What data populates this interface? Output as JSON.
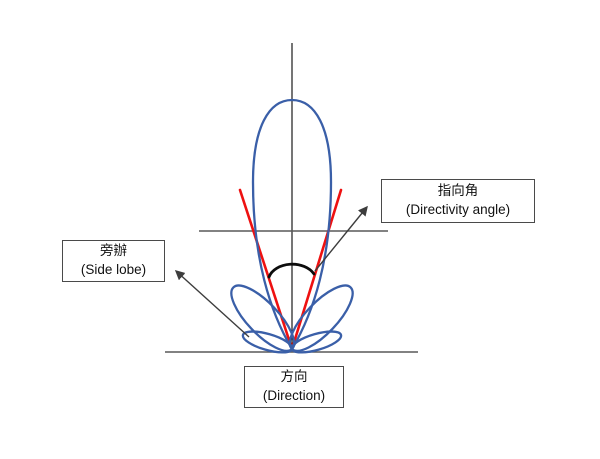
{
  "labels": {
    "directivity_angle": {
      "zh": "指向角",
      "en": "(Directivity angle)"
    },
    "side_lobe": {
      "zh": "旁辦",
      "en": "(Side lobe)"
    },
    "direction": {
      "zh": "方向",
      "en": "(Direction)"
    }
  },
  "colors": {
    "background": "#ffffff",
    "lobe_blue": "#3a5fa8",
    "beam_red": "#ee1111",
    "angle_arc_black": "#0d0d0d",
    "axis_line": "#2b2b2b",
    "reference_line": "#595959",
    "arrow": "#3d3d3d",
    "label_border": "#4a4a4a",
    "label_text": "#111111"
  }
}
